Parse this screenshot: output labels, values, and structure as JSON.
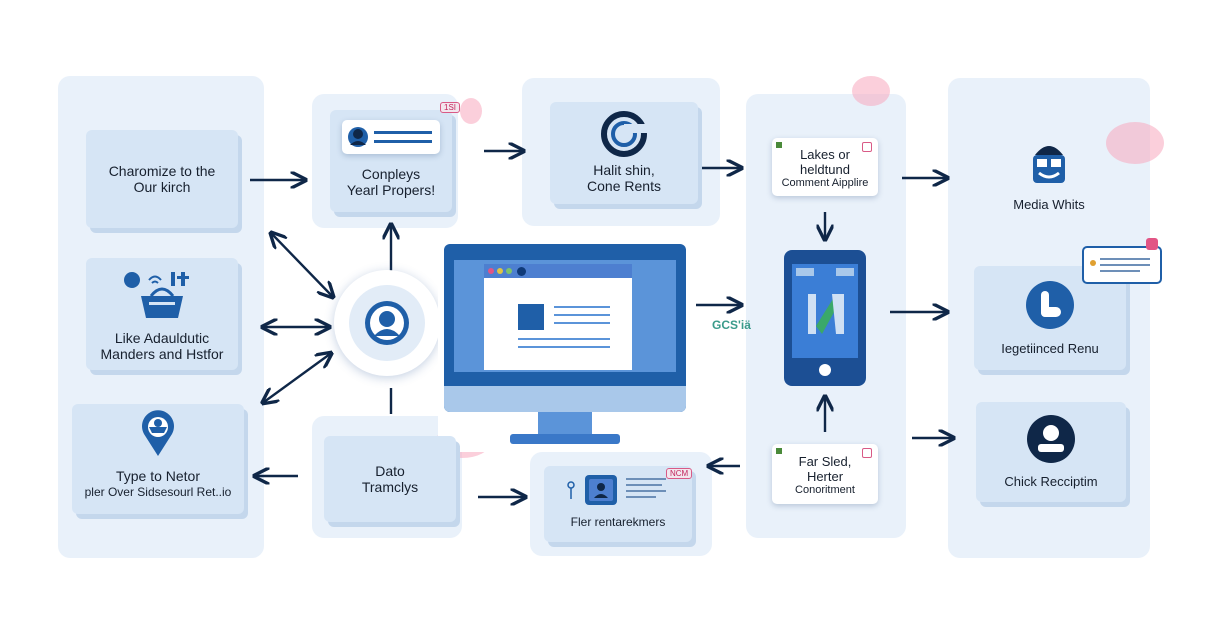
{
  "colors": {
    "accent": "#1f5fa8",
    "navy": "#0f2748",
    "panel": "#e9f1fa",
    "card": "#d6e5f5",
    "pink": "#e25585"
  },
  "left": {
    "card1": "Charomize to the\nOur kirch",
    "card2": "Like Adauldutic\nManders and Hstfor",
    "card3_line1": "Type to Netor",
    "card3_line2": "pler Over Sidsesourl Ret..io"
  },
  "center": {
    "top_card": "Conpleys\nYearl Propers!",
    "top_badge": "1SI",
    "bottom_card": "Dato\nTramclys",
    "app_card": "Fler rentarekmers",
    "app_badge": "NCM"
  },
  "mid": {
    "top_card": "Halit shin,\nCone Rents",
    "logo_text": "GCS'iä"
  },
  "right": {
    "card_top": "Lakes or\nheldtund",
    "card_top_sub": "Comment Aipplire",
    "card_bottom": "Far Sled,\nHerter",
    "card_bottom_sub": "Conoritment"
  },
  "far_right": {
    "card1": "Media Whits",
    "card2": "Iegetiinced Renu",
    "card3": "Chick Recciptim"
  },
  "icons": [
    "user-profile-icon",
    "target-swirl-icon",
    "robot-head-icon",
    "avatar-badge-icon",
    "computer-monitor-icon",
    "phone-app-icon",
    "toggle-icon",
    "user-circle-icon",
    "location-pin-icon",
    "social-basket-icon"
  ]
}
